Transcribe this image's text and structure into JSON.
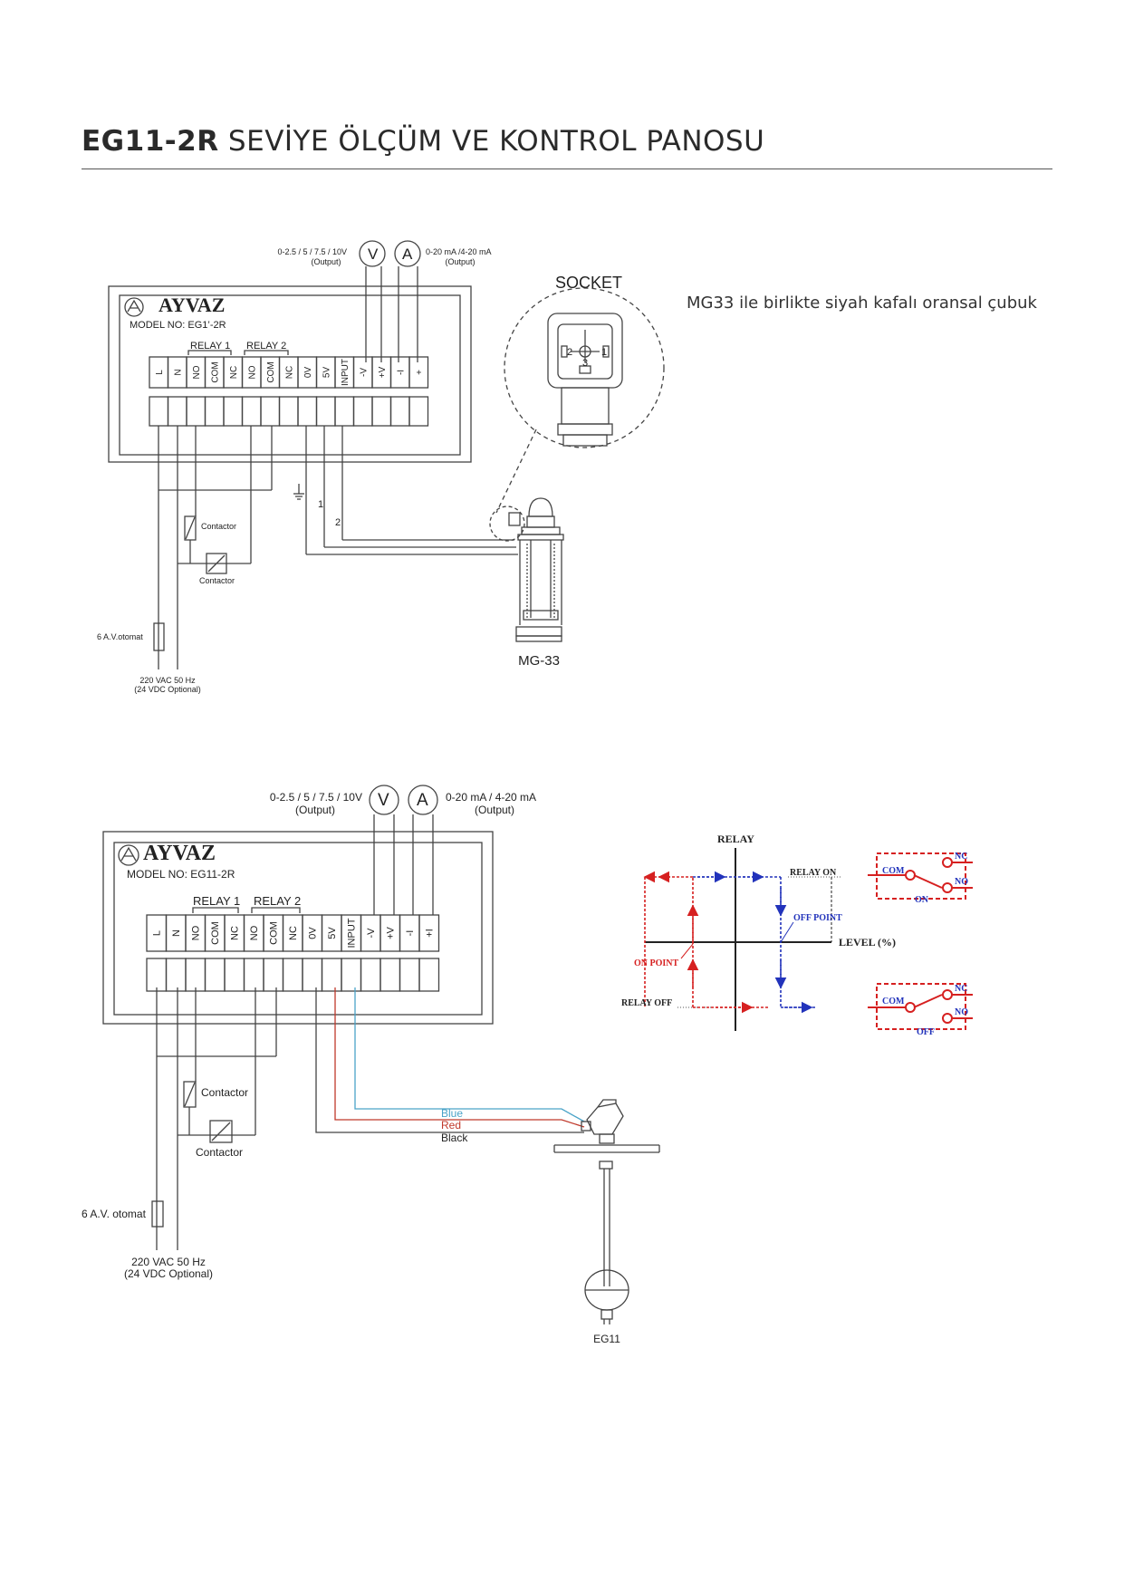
{
  "header": {
    "title_bold": "EG11-2R",
    "title_rest": " SEVİYE ÖLÇÜM VE KONTROL PANOSU"
  },
  "note": "MG33 ile birlikte siyah kafalı oransal çubuk",
  "diagram1": {
    "brand": "AYVAZ",
    "model": "MODEL NO: EG1’-2R",
    "relay1": "RELAY 1",
    "relay2": "RELAY 2",
    "terminals": [
      "L",
      "N",
      "NO",
      "COM",
      "NC",
      "NO",
      "COM",
      "NC",
      "0V",
      "5V",
      "INPUT",
      "-V",
      "+V",
      "-I",
      "+"
    ],
    "voltmeter": "V",
    "ammeter": "A",
    "voltage_output": "0-2.5 / 5 / 7.5 / 10V",
    "voltage_output_sub": "(Output)",
    "current_output": "0-20 mA /4-20 mA",
    "current_output_sub": "(Output)",
    "contactor1": "Contactor",
    "contactor2": "Contactor",
    "breaker": "6 A.V.otomat",
    "supply": "220 VAC 50 Hz",
    "supply_sub": "(24 VDC Optional)",
    "wire1": "1",
    "wire2": "2",
    "socket_title": "SOCKET",
    "socket_pin_1": "1",
    "socket_pin_2": "2",
    "socket_pin_3": "3",
    "sensor": "MG-33"
  },
  "diagram2": {
    "brand": "AYVAZ",
    "model": "MODEL NO: EG11-2R",
    "relay1": "RELAY 1",
    "relay2": "RELAY 2",
    "terminals": [
      "L",
      "N",
      "NO",
      "COM",
      "NC",
      "NO",
      "COM",
      "NC",
      "0V",
      "5V",
      "INPUT",
      "-V",
      "+V",
      "-I",
      "+I"
    ],
    "voltmeter": "V",
    "ammeter": "A",
    "voltage_output": "0-2.5 / 5 / 7.5 / 10V",
    "voltage_output_sub": "(Output)",
    "current_output": "0-20 mA / 4-20 mA",
    "current_output_sub": "(Output)",
    "contactor1": "Contactor",
    "contactor2": "Contactor",
    "breaker": "6 A.V. otomat",
    "supply": "220 VAC 50 Hz",
    "supply_sub": "(24 VDC Optional)",
    "wire_blue": "Blue",
    "wire_red": "Red",
    "wire_black": "Black",
    "sensor": "EG11"
  },
  "relay_chart": {
    "y_axis": "RELAY",
    "x_axis": "LEVEL (%)",
    "relay_on": "RELAY ON",
    "relay_off": "RELAY OFF",
    "on_point": "ON POINT",
    "off_point": "OFF POINT",
    "switch_on": {
      "com": "COM",
      "nc": "NC",
      "no": "NO",
      "state": "ON"
    },
    "switch_off": {
      "com": "COM",
      "nc": "NC",
      "no": "NO",
      "state": "OFF"
    }
  },
  "colors": {
    "wire_blue": "#4aa3c8",
    "wire_red": "#c0392b",
    "chart_red": "#d62020",
    "chart_blue": "#2233bb"
  }
}
